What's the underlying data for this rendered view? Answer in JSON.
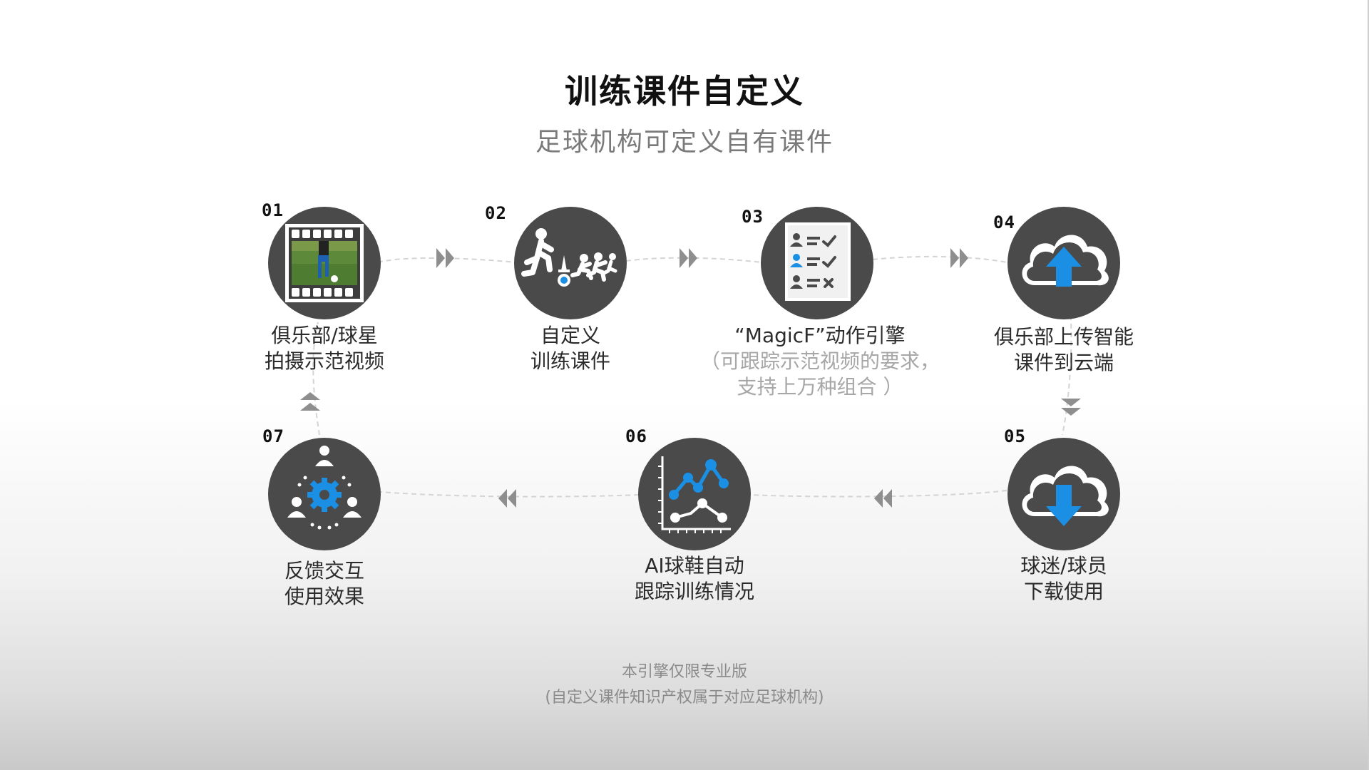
{
  "title": "训练课件自定义",
  "subtitle": "足球机构可定义自有课件",
  "colors": {
    "node": "#4a4a4a",
    "accent": "#1a8fe3",
    "arrow": "#8e8e8e",
    "connector": "#d4d4d4"
  },
  "steps": [
    {
      "num": "01",
      "icon": "film-strip-soccer-photo-icon",
      "line1": "俱乐部/球星",
      "line2": "拍摄示范视频"
    },
    {
      "num": "02",
      "icon": "running-players-drill-icon",
      "line1": "自定义",
      "line2": "训练课件"
    },
    {
      "num": "03",
      "icon": "player-checklist-icon",
      "line1": "“MagicF”动作引擎",
      "line2": "（可跟踪示范视频的要求，",
      "line3": "支持上万种组合 ）"
    },
    {
      "num": "04",
      "icon": "cloud-upload-icon",
      "line1": "俱乐部上传智能",
      "line2": "课件到云端"
    },
    {
      "num": "05",
      "icon": "cloud-download-icon",
      "line1": "球迷/球员",
      "line2": "下载使用"
    },
    {
      "num": "06",
      "icon": "line-chart-tracking-icon",
      "line1": "AI球鞋自动",
      "line2": "跟踪训练情况"
    },
    {
      "num": "07",
      "icon": "team-gear-feedback-icon",
      "line1": "反馈交互",
      "line2": "使用效果"
    }
  ],
  "footer": {
    "line1": "本引擎仅限专业版",
    "line2": "(自定义课件知识产权属于对应足球机构)"
  }
}
